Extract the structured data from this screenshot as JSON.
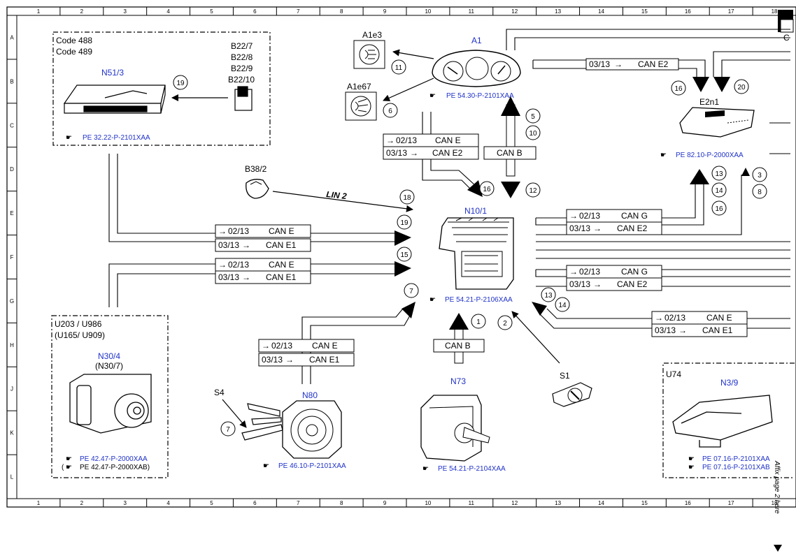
{
  "grid": {
    "columns": [
      "1",
      "2",
      "3",
      "4",
      "5",
      "6",
      "7",
      "8",
      "9",
      "10",
      "11",
      "12",
      "13",
      "14",
      "15",
      "16",
      "17",
      "18"
    ],
    "rows": [
      "A",
      "B",
      "C",
      "D",
      "E",
      "F",
      "G",
      "H",
      "J",
      "K",
      "L"
    ]
  },
  "components": {
    "a1": {
      "id": "A1",
      "ref": "PE 54.30-P-2101XAA"
    },
    "a1e3": {
      "id": "A1e3"
    },
    "a1e67": {
      "id": "A1e67"
    },
    "e2n1": {
      "id": "E2n1",
      "ref": "PE 82.10-P-2000XAA"
    },
    "n51": {
      "id": "N51/3",
      "code1": "Code 488",
      "code2": "Code 489",
      "ref": "PE 32.22-P-2101XAA"
    },
    "b22": {
      "l1": "B22/7",
      "l2": "B22/8",
      "l3": "B22/9",
      "l4": "B22/10"
    },
    "b38": {
      "id": "B38/2"
    },
    "n10": {
      "id": "N10/1",
      "ref": "PE 54.21-P-2106XAA"
    },
    "n30": {
      "hdr1": "U203 / U986",
      "hdr2": "(U165/ U909)",
      "id": "N30/4",
      "alt": "(N30/7)",
      "ref1": "PE 42.47-P-2000XAA",
      "ref2": "PE 42.47-P-2000XAB)",
      "ref2_open": "("
    },
    "s4": {
      "id": "S4"
    },
    "n80": {
      "id": "N80",
      "ref": "PE 46.10-P-2101XAA"
    },
    "n73": {
      "id": "N73",
      "ref": "PE 54.21-P-2104XAA"
    },
    "s1": {
      "id": "S1"
    },
    "n39": {
      "hdr": "U74",
      "id": "N3/9",
      "ref1": "PE 07.16-P-2101XAA",
      "ref2": "PE 07.16-P-2101XAB"
    }
  },
  "bus": {
    "lin2": "LIN 2",
    "can_b": "CAN B",
    "can_e": "CAN E",
    "can_e1": "CAN E1",
    "can_e2": "CAN E2",
    "can_g": "CAN G",
    "d0213": "02/13",
    "d0313": "03/13"
  },
  "callouts": {
    "c1": "1",
    "c2": "2",
    "c3": "3",
    "c5": "5",
    "c6": "6",
    "c7": "7",
    "c8": "8",
    "c10": "10",
    "c11": "11",
    "c12": "12",
    "c13": "13",
    "c14": "14",
    "c15": "15",
    "c16": "16",
    "c18": "18",
    "c19": "19",
    "c20": "20"
  },
  "footer": {
    "note": "Affix page 2 here"
  },
  "corner": "C"
}
